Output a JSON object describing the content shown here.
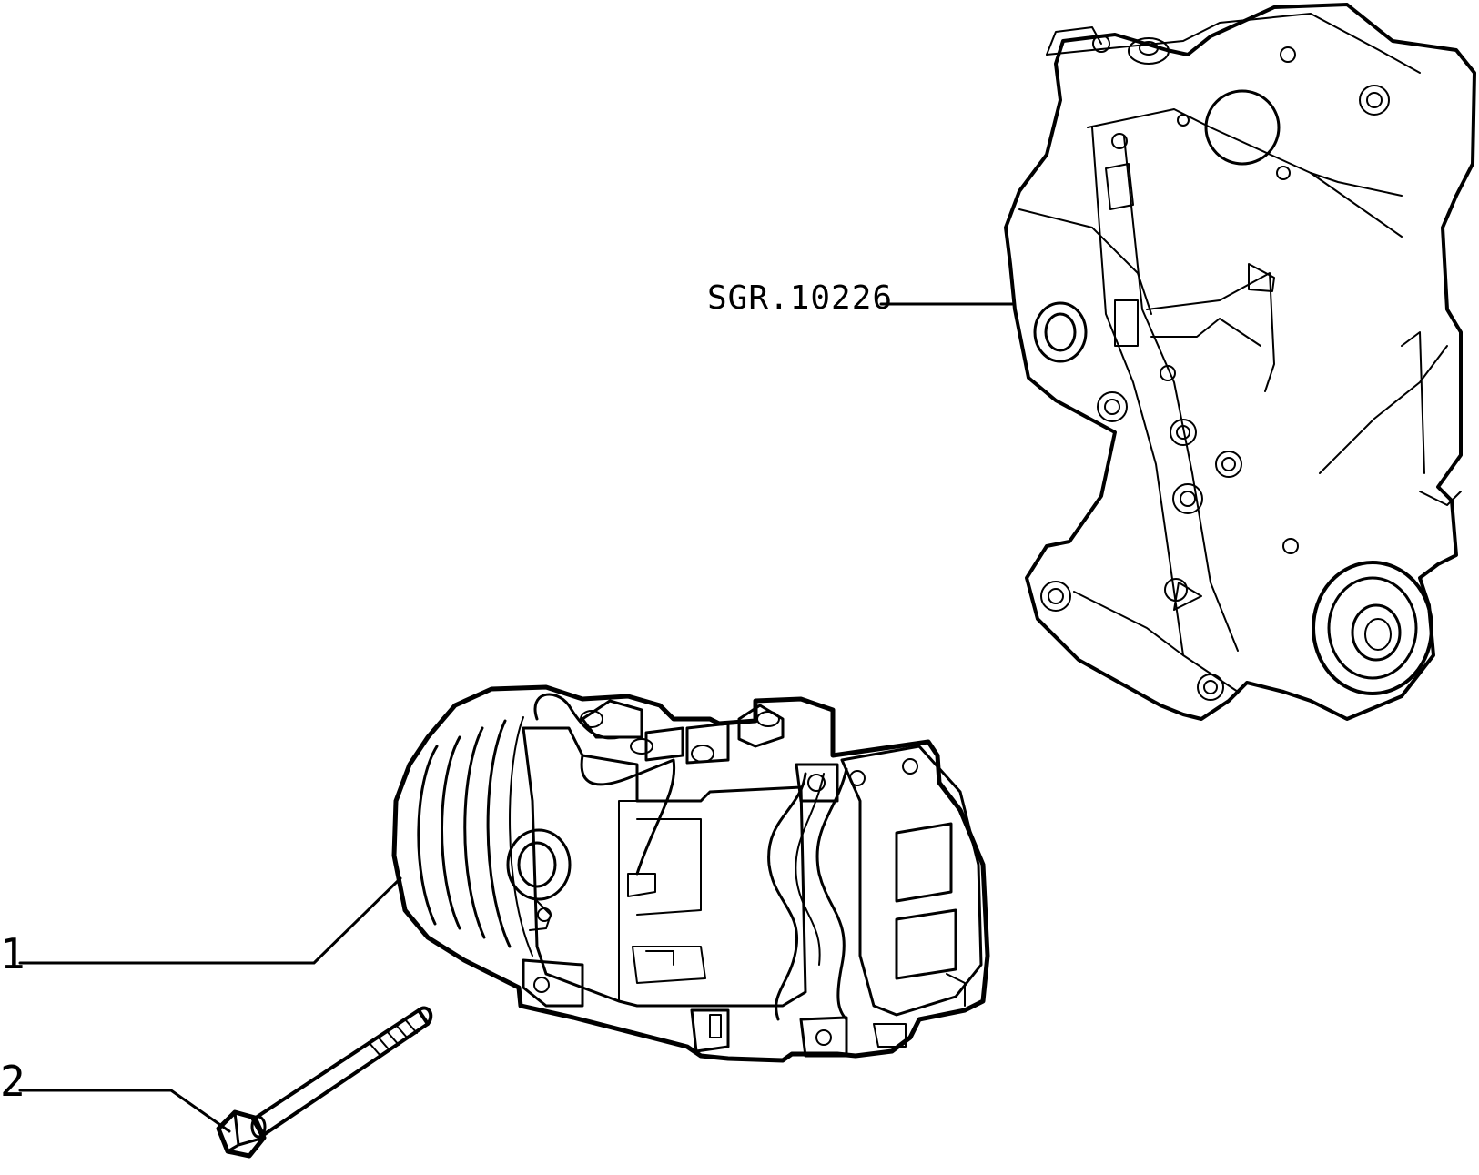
{
  "callouts": {
    "reference": "SGR.10226",
    "part_1": "1",
    "part_2": "2"
  },
  "colors": {
    "line": "#000000",
    "background": "#ffffff"
  }
}
